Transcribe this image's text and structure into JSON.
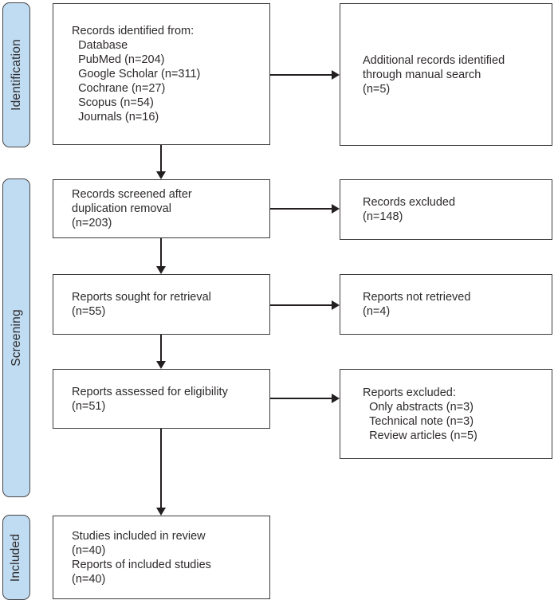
{
  "diagram": {
    "colors": {
      "stage_fill": "#bfdcf2",
      "stage_border": "#4a4647",
      "box_border": "#3e3a3b",
      "arrow": "#231f20",
      "text": "#2e2a2b",
      "background": "#ffffff"
    },
    "stages": [
      {
        "id": "identification",
        "label": "Identification"
      },
      {
        "id": "screening",
        "label": "Screening"
      },
      {
        "id": "included",
        "label": "Included"
      }
    ],
    "boxes": {
      "records_identified": "Records identified from:\n  Database\n  PubMed (n=204)\n  Google Scholar (n=311)\n  Cochrane (n=27)\n  Scopus (n=54)\n  Journals (n=16)",
      "additional_records": "Additional records identified\nthrough manual search\n(n=5)",
      "records_screened": "Records screened after\nduplication removal\n(n=203)",
      "records_excluded": "Records excluded\n(n=148)",
      "reports_sought": "Reports sought for retrieval\n(n=55)",
      "reports_not_retrieved": "Reports not retrieved\n(n=4)",
      "reports_assessed": "Reports assessed for eligibility\n(n=51)",
      "reports_excluded": "Reports excluded:\n  Only abstracts (n=3)\n  Technical note (n=3)\n  Review articles (n=5)",
      "studies_included": "Studies included in review\n(n=40)\nReports of included studies\n(n=40)"
    }
  }
}
